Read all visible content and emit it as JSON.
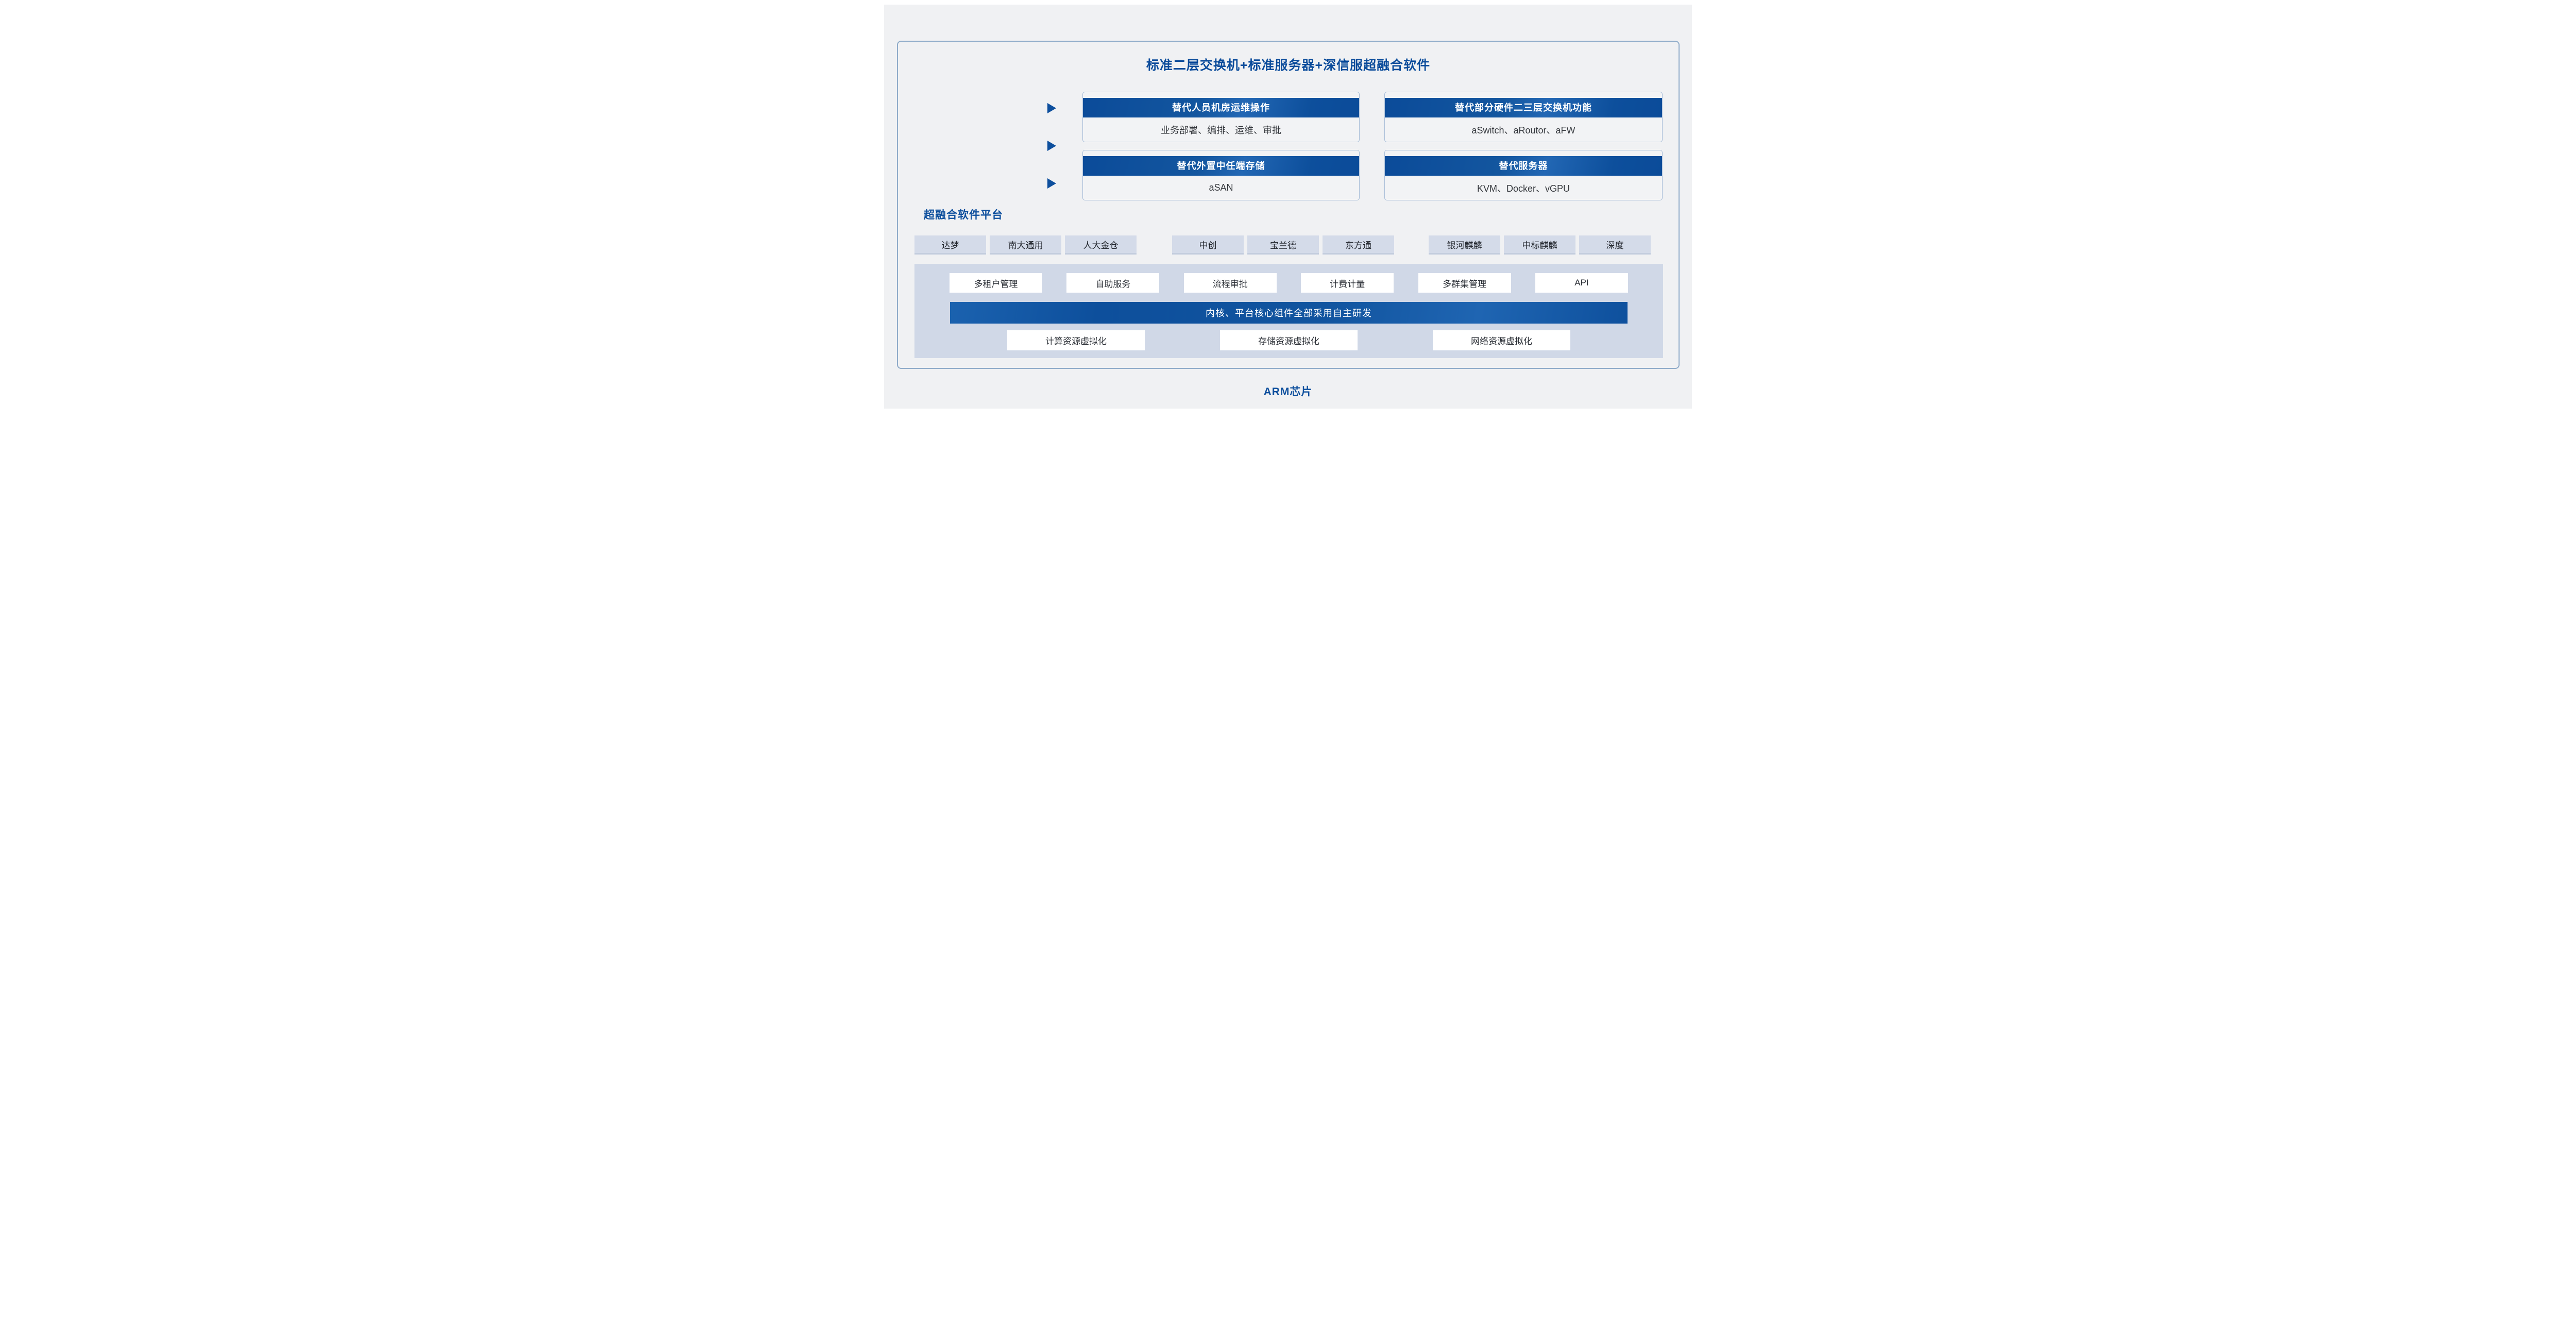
{
  "title": "标准二层交换机+标准服务器+深信服超融合软件",
  "colors": {
    "primary_blue": "#0d4f9d",
    "title_blue": "#0b4c9b",
    "panel_bg": "#d0d8e7",
    "chip_bg": "#d4dbe9",
    "page_bg": "#f0f1f3"
  },
  "icons": {
    "arrow": "right-triangle",
    "arrow_count": 3
  },
  "replacement_boxes": [
    {
      "header": "替代人员机房运维操作",
      "body": "业务部署、编排、运维、审批"
    },
    {
      "header": "替代部分硬件二三层交换机功能",
      "body": "aSwitch、aRoutor、aFW"
    },
    {
      "header": "替代外置中任端存储",
      "body": "aSAN"
    },
    {
      "header": "替代服务器",
      "body": "KVM、Docker、vGPU"
    }
  ],
  "platform": {
    "label": "超融合软件平台",
    "ecosystem_groups": [
      {
        "name": "database",
        "items": [
          "达梦",
          "南大通用",
          "人大金仓"
        ]
      },
      {
        "name": "middleware",
        "items": [
          "中创",
          "宝兰德",
          "东方通"
        ]
      },
      {
        "name": "os",
        "items": [
          "银河麒麟",
          "中标麒麟",
          "深度"
        ]
      }
    ],
    "capabilities": [
      "多租户管理",
      "自助服务",
      "流程审批",
      "计费计量",
      "多群集管理",
      "API"
    ],
    "core_banner": "内核、平台核心组件全部采用自主研发",
    "virtualization": [
      "计算资源虚拟化",
      "存储资源虚拟化",
      "网络资源虚拟化"
    ]
  },
  "footer": {
    "label": "ARM芯片"
  }
}
